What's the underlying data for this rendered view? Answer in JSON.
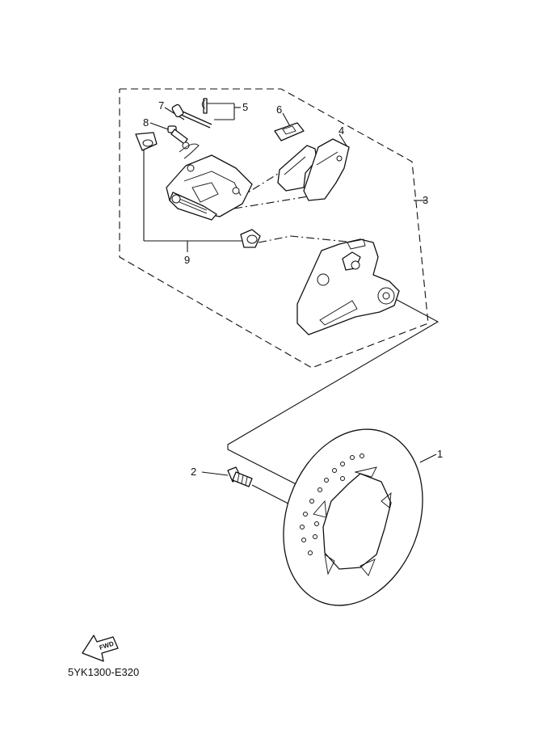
{
  "diagram": {
    "drawing_code": "5YK1300-E320",
    "fwd_label": "FWD",
    "callouts": [
      {
        "id": "1",
        "label": "1"
      },
      {
        "id": "2",
        "label": "2"
      },
      {
        "id": "3",
        "label": "3"
      },
      {
        "id": "4",
        "label": "4"
      },
      {
        "id": "5",
        "label": "5"
      },
      {
        "id": "6",
        "label": "6"
      },
      {
        "id": "7",
        "label": "7"
      },
      {
        "id": "8",
        "label": "8"
      },
      {
        "id": "9",
        "label": "9"
      }
    ]
  }
}
